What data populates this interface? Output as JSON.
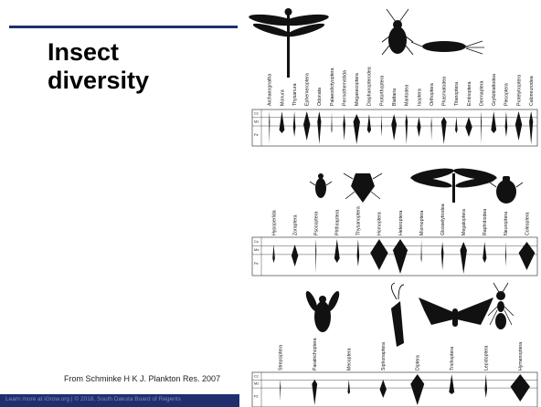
{
  "slide": {
    "title": "Insect\ndiversity",
    "caption": "From Schminke H K J. Plankton Res. 2007",
    "footer": "Learn more at iGrow.org  |  © 2018, South Dakota Board of Regents"
  },
  "figure": {
    "eras": [
      "Cz",
      "Mz",
      "Pz"
    ],
    "rows": [
      {
        "labels": [
          "Archaeognatha",
          "Monura",
          "Thysanura",
          "Ephemeroptera",
          "Odonata",
          "Palaeodictyoptera",
          "Permothemistida",
          "Megasecoptera",
          "Diaphanopterodea",
          "Protorthoptera",
          "Blattaria",
          "Mantodea",
          "Isoptera",
          "Orthoptera",
          "Phasmatodea",
          "Titanoptera",
          "Embioptera",
          "Dermaptera",
          "Grylloblattodea",
          "Plecoptera",
          "Protelytroptera",
          "Caloneurodea"
        ],
        "silhouettes": [
          "dragonfly-icon",
          "cockroach-icon",
          "silverfish-icon"
        ]
      },
      {
        "labels": [
          "Hypoperlida",
          "Zoraptera",
          "Psocoptera",
          "Phthiraptera",
          "Thysanoptera",
          "Homoptera",
          "Heteroptera",
          "Miomoptera",
          "Glosselytrodea",
          "Megaloptera",
          "Raphidiodea",
          "Neuroptera",
          "Coleoptera"
        ],
        "silhouettes": [
          "bug-icon",
          "shield-bug-icon",
          "lacewing-icon",
          "beetle-icon"
        ]
      },
      {
        "labels": [
          "Strepsiptera",
          "Paratrichoptera",
          "Mecoptera",
          "Siphonaptera",
          "Diptera",
          "Trichoptera",
          "Lepidoptera",
          "Hymenoptera"
        ],
        "silhouettes": [
          "fly-icon",
          "caddisfly-icon",
          "moth-icon",
          "ant-icon"
        ]
      }
    ]
  }
}
